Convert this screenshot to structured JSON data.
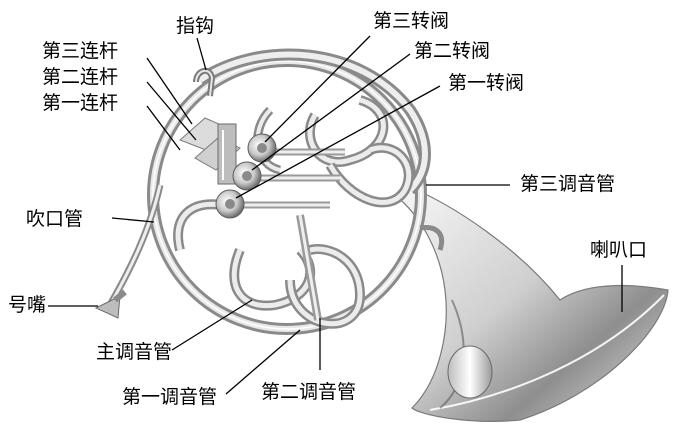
{
  "labels": {
    "finger_hook": "指钩",
    "third_linkage": "第三连杆",
    "second_linkage": "第二连杆",
    "first_linkage": "第一连杆",
    "leadpipe": "吹口管",
    "mouthpiece": "号嘴",
    "main_slide": "主调音管",
    "first_slide": "第一调音管",
    "second_slide": "第二调音管",
    "third_valve": "第三转阀",
    "second_valve": "第二转阀",
    "first_valve": "第一转阀",
    "third_slide": "第三调音管",
    "bell": "喇叭口"
  },
  "colors": {
    "label_text": "#000000",
    "leader_line": "#000000",
    "brass_light": "#f4f4f4",
    "brass_mid": "#c8c8c8",
    "brass_dark": "#7a7a7a"
  }
}
